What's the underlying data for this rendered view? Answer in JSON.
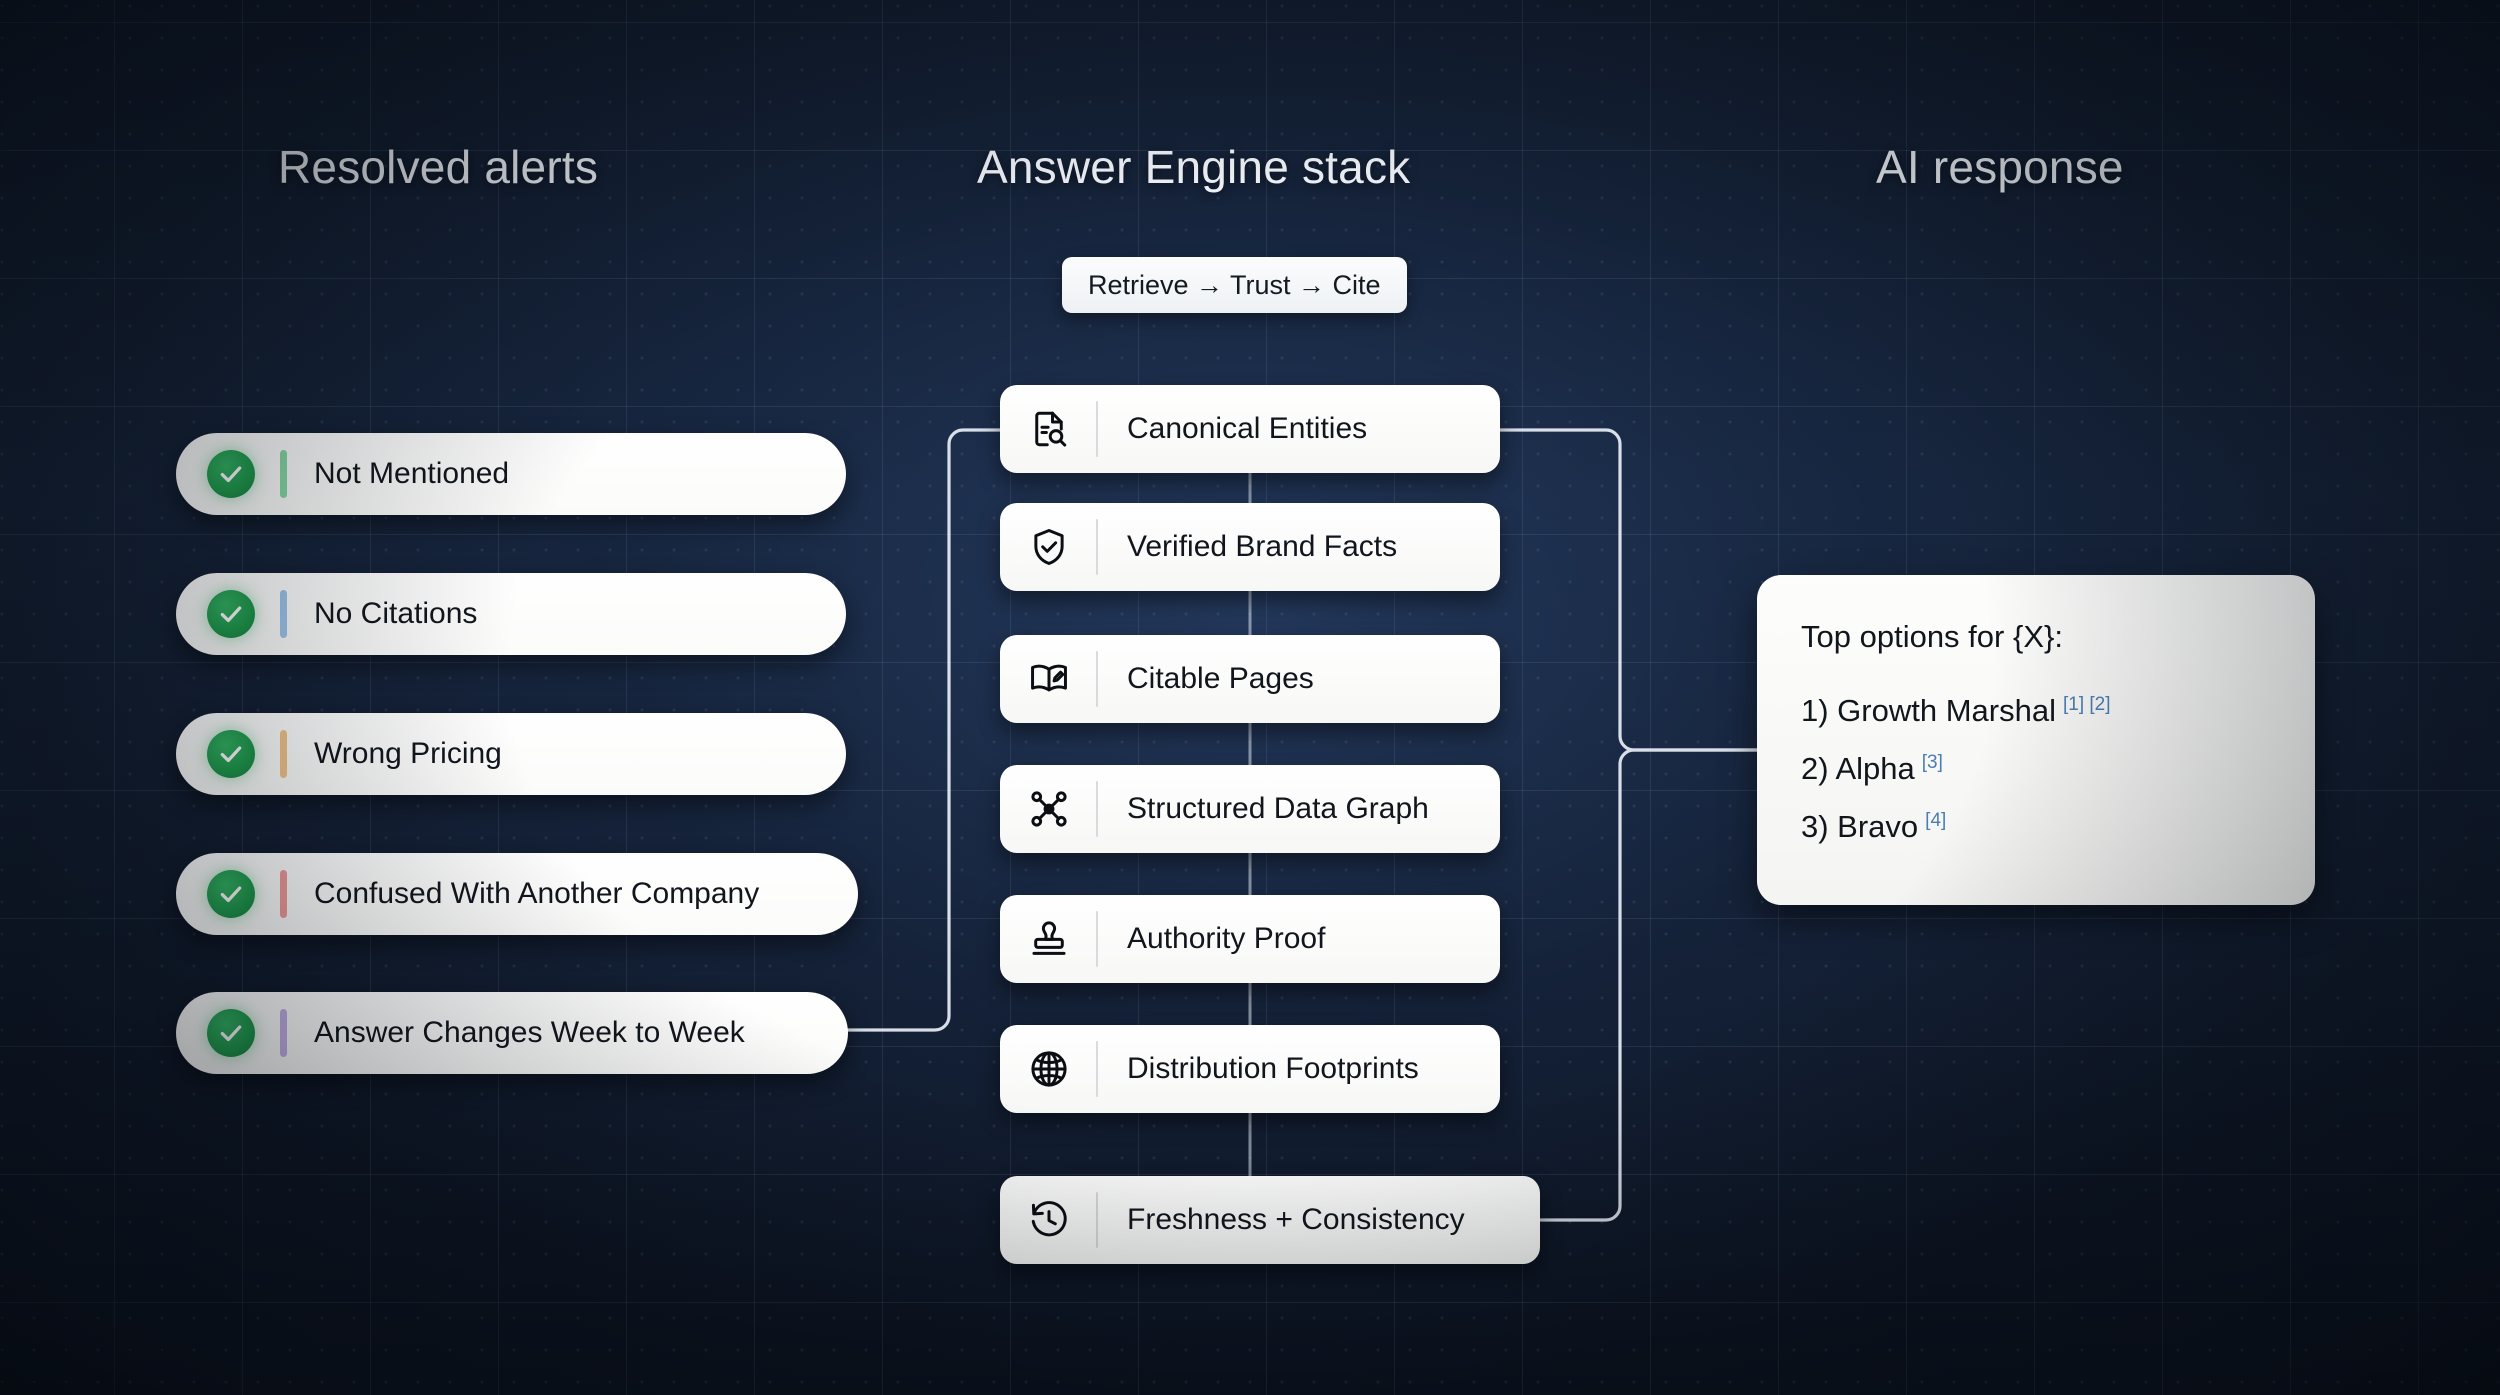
{
  "columns": {
    "left_title": "Resolved alerts",
    "mid_title": "Answer Engine stack",
    "right_title": "AI response"
  },
  "pipeline_badge": {
    "label": "Retrieve → Trust → Cite"
  },
  "alerts": [
    {
      "label": "Not Mentioned",
      "accent": "#86d9a4",
      "status_icon": "check-circle-icon"
    },
    {
      "label": "No Citations",
      "accent": "#9cc4ea",
      "status_icon": "check-circle-icon"
    },
    {
      "label": "Wrong Pricing",
      "accent": "#f0c48a",
      "status_icon": "check-circle-icon"
    },
    {
      "label": "Confused With Another Company",
      "accent": "#f09a9a",
      "status_icon": "check-circle-icon"
    },
    {
      "label": "Answer Changes Week to Week",
      "accent": "#c4b0e8",
      "status_icon": "check-circle-icon"
    }
  ],
  "stack": [
    {
      "label": "Canonical Entities",
      "icon": "document-search-icon"
    },
    {
      "label": "Verified Brand Facts",
      "icon": "shield-check-icon"
    },
    {
      "label": "Citable Pages",
      "icon": "book-pen-icon"
    },
    {
      "label": "Structured Data Graph",
      "icon": "node-graph-icon"
    },
    {
      "label": "Authority Proof",
      "icon": "stamp-icon"
    },
    {
      "label": "Distribution Footprints",
      "icon": "globe-icon"
    },
    {
      "label": "Freshness + Consistency",
      "icon": "history-clock-icon"
    }
  ],
  "ai_response": {
    "heading": "Top options for {X}:",
    "items": [
      {
        "rank": "1) Growth Marshal",
        "citations": "[1] [2]"
      },
      {
        "rank": "2) Alpha",
        "citations": "[3]"
      },
      {
        "rank": "3) Bravo",
        "citations": "[4]"
      }
    ]
  },
  "colors": {
    "background": "#142136",
    "card_surface": "#ffffff",
    "check_green": "#1f9a4c",
    "citation_blue": "#4a7fb5",
    "connector": "#e8eef6"
  }
}
